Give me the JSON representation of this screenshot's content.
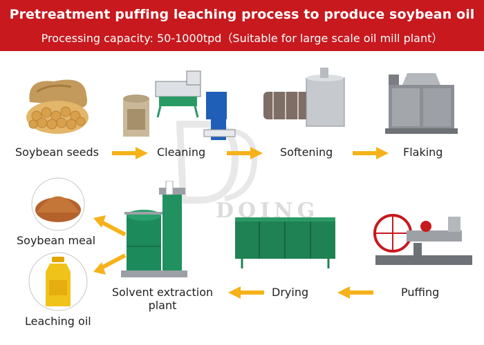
{
  "header": {
    "title": "Pretreatment puffing leaching process to produce soybean oil",
    "subtitle": "Processing capacity: 50-1000tpd（Suitable for large scale oil mill plant）"
  },
  "colors": {
    "header_bg": "#c7191e",
    "arrow": "#f6b21a",
    "equipment_green": "#1d8a5c",
    "equipment_grey": "#8c8f95"
  },
  "watermark": {
    "text": "DOING"
  },
  "steps": [
    {
      "label": "Soybean seeds",
      "icon": "soybean-seeds-icon"
    },
    {
      "label": "Cleaning",
      "icon": "cleaning-machine-icon"
    },
    {
      "label": "Softening",
      "icon": "softening-drum-icon"
    },
    {
      "label": "Flaking",
      "icon": "flaking-mill-icon"
    },
    {
      "label": "Puffing",
      "icon": "puffing-machine-icon"
    },
    {
      "label": "Drying",
      "icon": "dryer-icon"
    },
    {
      "label": "Solvent extraction plant",
      "label_line1": "Solvent extraction",
      "label_line2": "plant",
      "icon": "extractor-icon"
    },
    {
      "label": "Soybean meal",
      "icon": "soybean-meal-icon"
    },
    {
      "label": "Leaching oil",
      "icon": "oil-bottle-icon"
    }
  ]
}
